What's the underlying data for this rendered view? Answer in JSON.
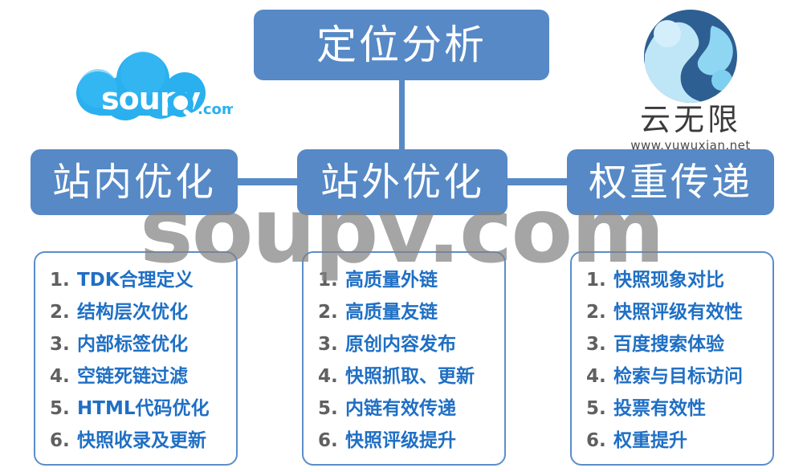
{
  "colors": {
    "box_blue": "#5689c6",
    "list_border": "#5b8ec9",
    "list_text_blue": "#1f6fc4",
    "list_number_gray": "#606060",
    "watermark_gray": "#828282",
    "logo_cloud_blue": "#29a9e8",
    "logo_circle_dark": "#2e5f92"
  },
  "logos": {
    "left": {
      "name": "soupv-cloud-logo",
      "wordmark": "soupv",
      "suffix": ".com",
      "icon": "magnifier-icon"
    },
    "right": {
      "name": "yuwuxian-logo",
      "mark": "y-swirl-circle-icon",
      "title": "云无限",
      "url": "www.yuwuxian.net"
    }
  },
  "watermark": {
    "text": "soupv.com"
  },
  "diagram": {
    "root": {
      "label": "定位分析"
    },
    "branches": [
      {
        "id": "inner",
        "label": "站内优化",
        "items": [
          {
            "n": "1.",
            "text": "TDK合理定义"
          },
          {
            "n": "2.",
            "text": "结构层次优化"
          },
          {
            "n": "3.",
            "text": "内部标签优化"
          },
          {
            "n": "4.",
            "text": "空链死链过滤"
          },
          {
            "n": "5.",
            "text": "HTML代码优化"
          },
          {
            "n": "6.",
            "text": "快照收录及更新"
          }
        ]
      },
      {
        "id": "outer",
        "label": "站外优化",
        "items": [
          {
            "n": "1.",
            "text": "高质量外链"
          },
          {
            "n": "2.",
            "text": "高质量友链"
          },
          {
            "n": "3.",
            "text": "原创内容发布"
          },
          {
            "n": "4.",
            "text": "快照抓取、更新"
          },
          {
            "n": "5.",
            "text": "内链有效传递"
          },
          {
            "n": "6.",
            "text": "快照评级提升"
          }
        ]
      },
      {
        "id": "weight",
        "label": "权重传递",
        "items": [
          {
            "n": "1.",
            "text": "快照现象对比"
          },
          {
            "n": "2.",
            "text": "快照评级有效性"
          },
          {
            "n": "3.",
            "text": "百度搜索体验"
          },
          {
            "n": "4.",
            "text": "检索与目标访问"
          },
          {
            "n": "5.",
            "text": "投票有效性"
          },
          {
            "n": "6.",
            "text": "权重提升"
          }
        ]
      }
    ]
  }
}
